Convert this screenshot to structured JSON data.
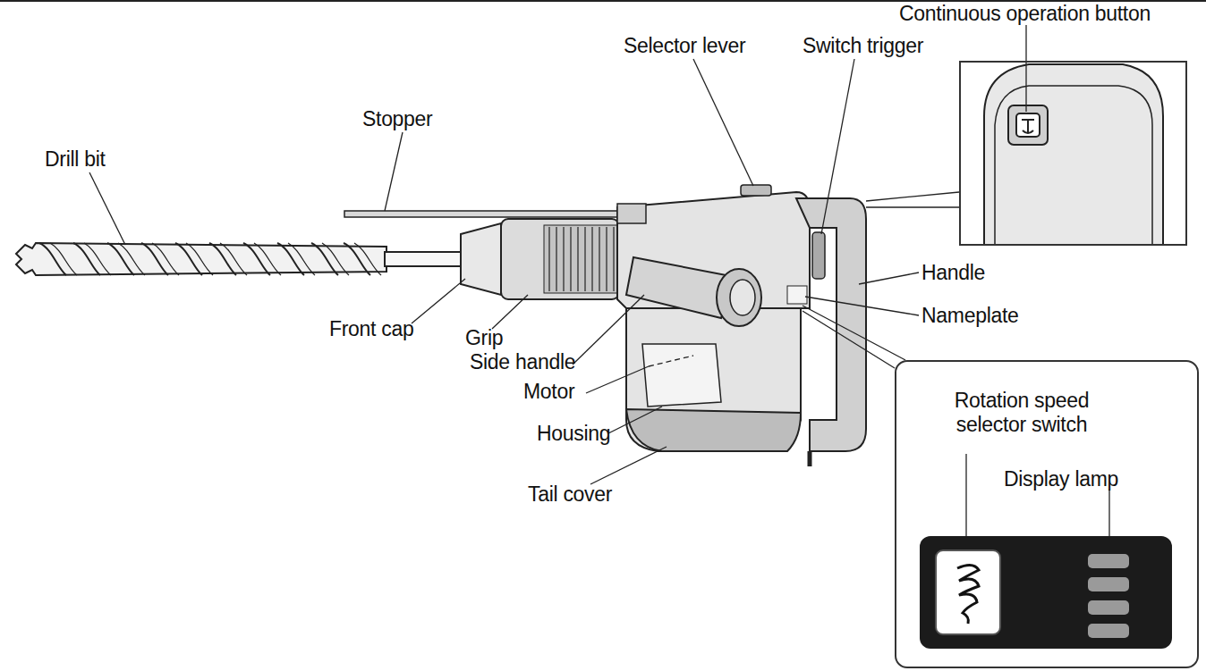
{
  "diagram": {
    "nodes": [
      {
        "text": [
          "Continuous operation button"
        ]
      },
      {
        "text": [
          "Rotation speed selector switch",
          "Display lamp"
        ]
      }
    ],
    "labels": [
      "Drill bit",
      "Stopper",
      "Selector lever",
      "Switch trigger",
      "Handle",
      "Nameplate",
      "Front cap",
      "Grip",
      "Side handle",
      "Motor",
      "Housing",
      "Tail cover"
    ]
  }
}
